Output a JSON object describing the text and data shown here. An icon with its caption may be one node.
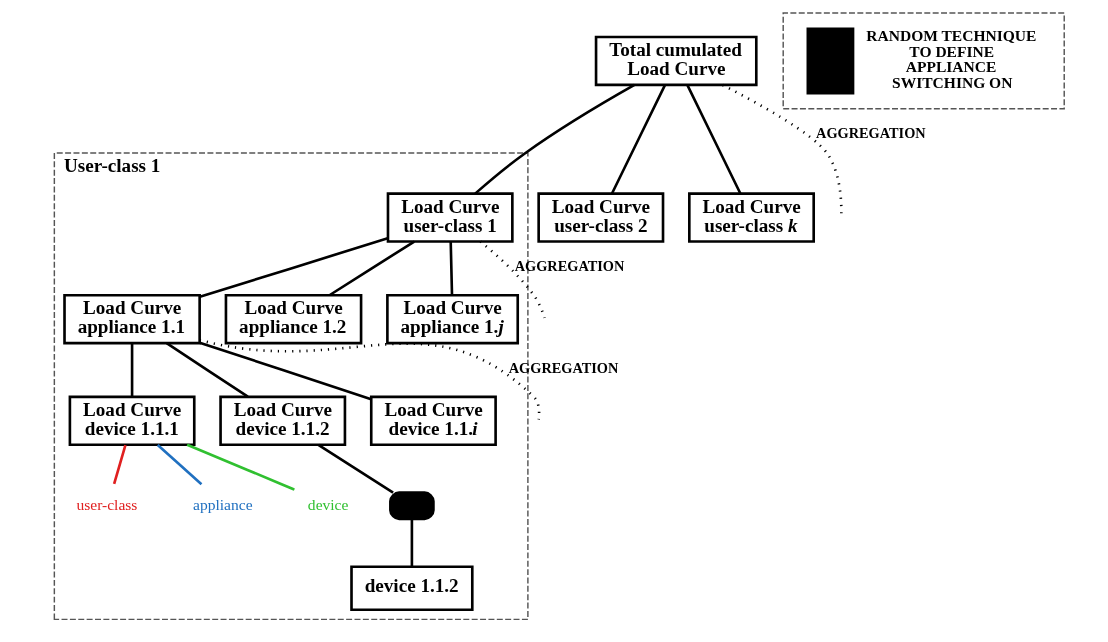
{
  "diagram": {
    "nodes": [
      {
        "text": [
          "Total cumulated Load Curve"
        ]
      },
      {
        "text": [
          "User-class 1"
        ]
      },
      {
        "text": [
          "Load Curve user-class 1"
        ],
        "in": 1
      },
      {
        "text": [
          "Load Curve user-class 2"
        ]
      },
      {
        "text": [
          "Load Curve user-class *k*"
        ]
      },
      {
        "text": [
          "Load Curve appliance 1.1"
        ],
        "in": 1
      },
      {
        "text": [
          "Load Curve appliance 1.2"
        ],
        "in": 1
      },
      {
        "text": [
          "Load Curve appliance 1.*j*"
        ],
        "in": 1
      },
      {
        "text": [
          "Load Curve device 1.1.1"
        ],
        "in": 1
      },
      {
        "text": [
          "Load Curve device 1.1.2"
        ],
        "in": 1
      },
      {
        "text": [
          "Load Curve device 1.1.*i*"
        ],
        "in": 1
      },
      {
        "text": [],
        "shape": "bar",
        "in": 1
      },
      {
        "text": [
          "device 1.1.2"
        ],
        "in": 1
      },
      {
        "text": [
          "user-class"
        ],
        "in": 1
      },
      {
        "text": [
          "appliance"
        ],
        "in": 1
      },
      {
        "text": [
          "device"
        ],
        "in": 1
      }
    ],
    "edges": [
      {
        "from": 0,
        "to": 2,
        "arrow": "none"
      },
      {
        "from": 0,
        "to": 3,
        "arrow": "none"
      },
      {
        "from": 0,
        "to": 4,
        "arrow": "none"
      },
      {
        "from": 0,
        "to": null,
        "arrow": "none",
        "style": "dashed",
        "label": "AGGREGATION"
      },
      {
        "from": 2,
        "to": 5,
        "arrow": "none"
      },
      {
        "from": 2,
        "to": 6,
        "arrow": "none"
      },
      {
        "from": 2,
        "to": 7,
        "arrow": "none"
      },
      {
        "from": 2,
        "to": null,
        "arrow": "none",
        "style": "dashed",
        "label": "AGGREGATION"
      },
      {
        "from": 5,
        "to": 8,
        "arrow": "none"
      },
      {
        "from": 5,
        "to": 9,
        "arrow": "none"
      },
      {
        "from": 5,
        "to": 10,
        "arrow": "none"
      },
      {
        "from": 5,
        "to": null,
        "arrow": "none",
        "style": "dashed",
        "label": "AGGREGATION"
      },
      {
        "from": 9,
        "to": 11,
        "arrow": "none"
      },
      {
        "from": 11,
        "to": 12,
        "arrow": "none"
      },
      {
        "from": 13,
        "to": 8,
        "arrow": "none",
        "color": "#e02020"
      },
      {
        "from": 14,
        "to": 8,
        "arrow": "none",
        "color": "#2070c0"
      },
      {
        "from": 15,
        "to": 8,
        "arrow": "none",
        "color": "#30c030"
      }
    ],
    "legend": [
      {
        "text": "RANDOM TECHNIQUE TO DEFINE APPLIANCE SWITCHING ON",
        "color": "#000000"
      }
    ]
  }
}
